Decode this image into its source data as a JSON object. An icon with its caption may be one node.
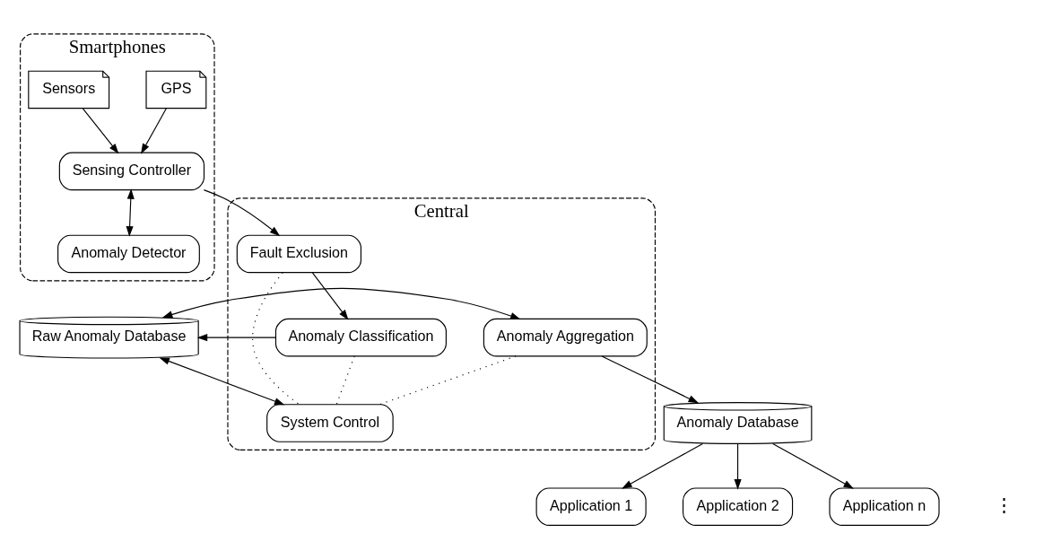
{
  "diagram": {
    "nodes": [
      {
        "text": [
          "Smartphones"
        ]
      },
      {
        "text": [
          "GPS"
        ],
        "in": 0
      },
      {
        "text": [
          "Sensors"
        ],
        "in": 0
      },
      {
        "text": [
          "Sensing Controller"
        ],
        "in": 0
      },
      {
        "text": [
          "Anomaly Detector"
        ],
        "in": 0
      },
      {
        "text": [
          "Central"
        ]
      },
      {
        "text": [
          "Fault Exclusion"
        ],
        "in": 5
      },
      {
        "text": [
          "Anomaly Classification"
        ],
        "in": 5
      },
      {
        "text": [
          "Anomaly Aggregation"
        ],
        "in": 5
      },
      {
        "text": [
          "System Control"
        ],
        "in": 5
      },
      {
        "text": [
          "Anomaly Database"
        ]
      },
      {
        "text": [
          "Raw Anomaly Database"
        ]
      },
      {
        "text": [
          "Application 1"
        ]
      },
      {
        "text": [
          "Application 2"
        ]
      },
      {
        "text": [
          "Application n"
        ]
      }
    ],
    "edges": [
      {
        "from": 1,
        "to": 3,
        "arrow": "to"
      },
      {
        "from": 2,
        "to": 3,
        "arrow": "to"
      },
      {
        "from": 3,
        "to": 4,
        "arrow": "both"
      },
      {
        "from": 3,
        "to": 6,
        "arrow": "to"
      },
      {
        "from": 6,
        "to": 7,
        "arrow": "to"
      },
      {
        "from": 6,
        "to": 9,
        "arrow": "none",
        "style": "dashed"
      },
      {
        "from": 7,
        "to": 9,
        "arrow": "none",
        "style": "dashed"
      },
      {
        "from": 8,
        "to": 9,
        "arrow": "none",
        "style": "dashed"
      },
      {
        "from": 8,
        "to": 10,
        "arrow": "to"
      },
      {
        "from": 11,
        "to": 8,
        "arrow": "both"
      },
      {
        "from": 11,
        "to": 9,
        "arrow": "both"
      },
      {
        "from": 7,
        "to": 11,
        "arrow": "to"
      },
      {
        "from": 10,
        "to": 12,
        "arrow": "to"
      },
      {
        "from": 10,
        "to": 13,
        "arrow": "to"
      },
      {
        "from": 10,
        "to": 14,
        "arrow": "to"
      }
    ],
    "labels": [
      "⋮"
    ]
  }
}
